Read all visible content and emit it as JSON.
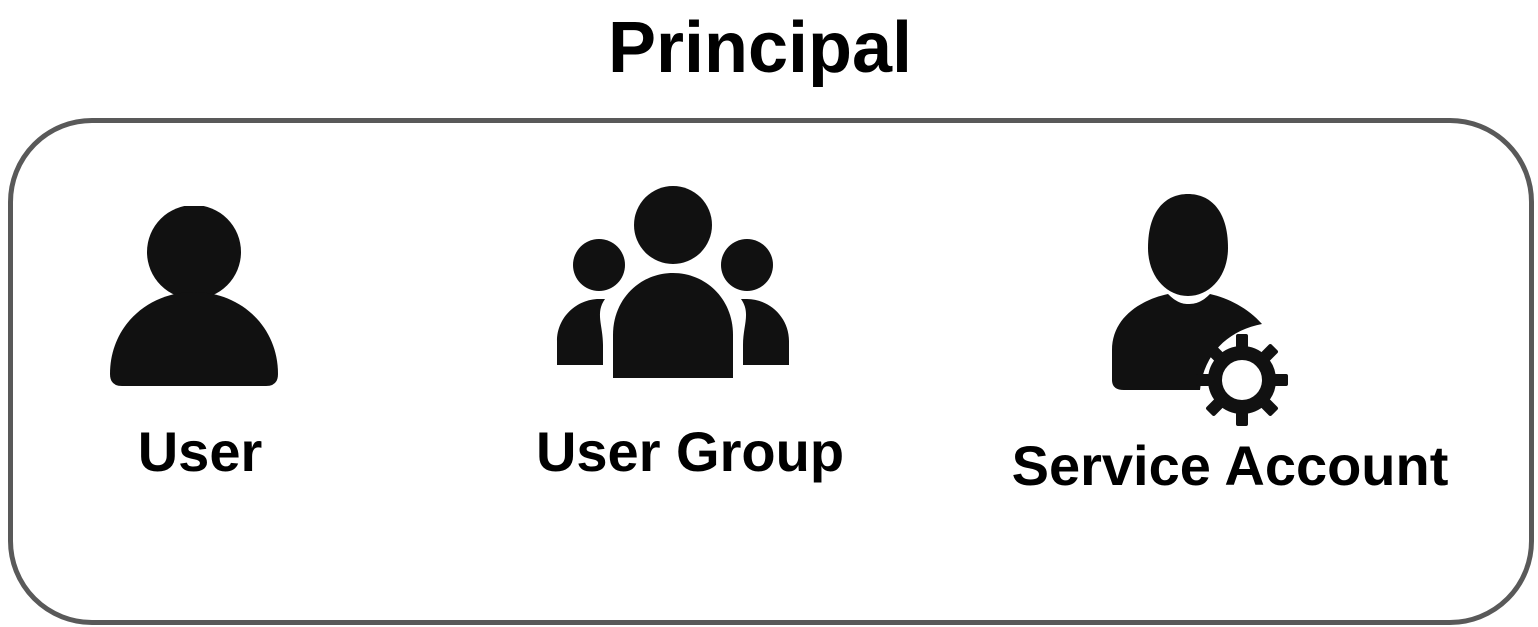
{
  "diagram": {
    "title": "Principal",
    "items": [
      {
        "label": "User",
        "icon": "user-icon"
      },
      {
        "label": "User Group",
        "icon": "user-group-icon"
      },
      {
        "label": "Service Account",
        "icon": "service-account-icon"
      }
    ],
    "colors": {
      "icon": "#111111",
      "frame": "#595959",
      "text": "#000000"
    }
  }
}
